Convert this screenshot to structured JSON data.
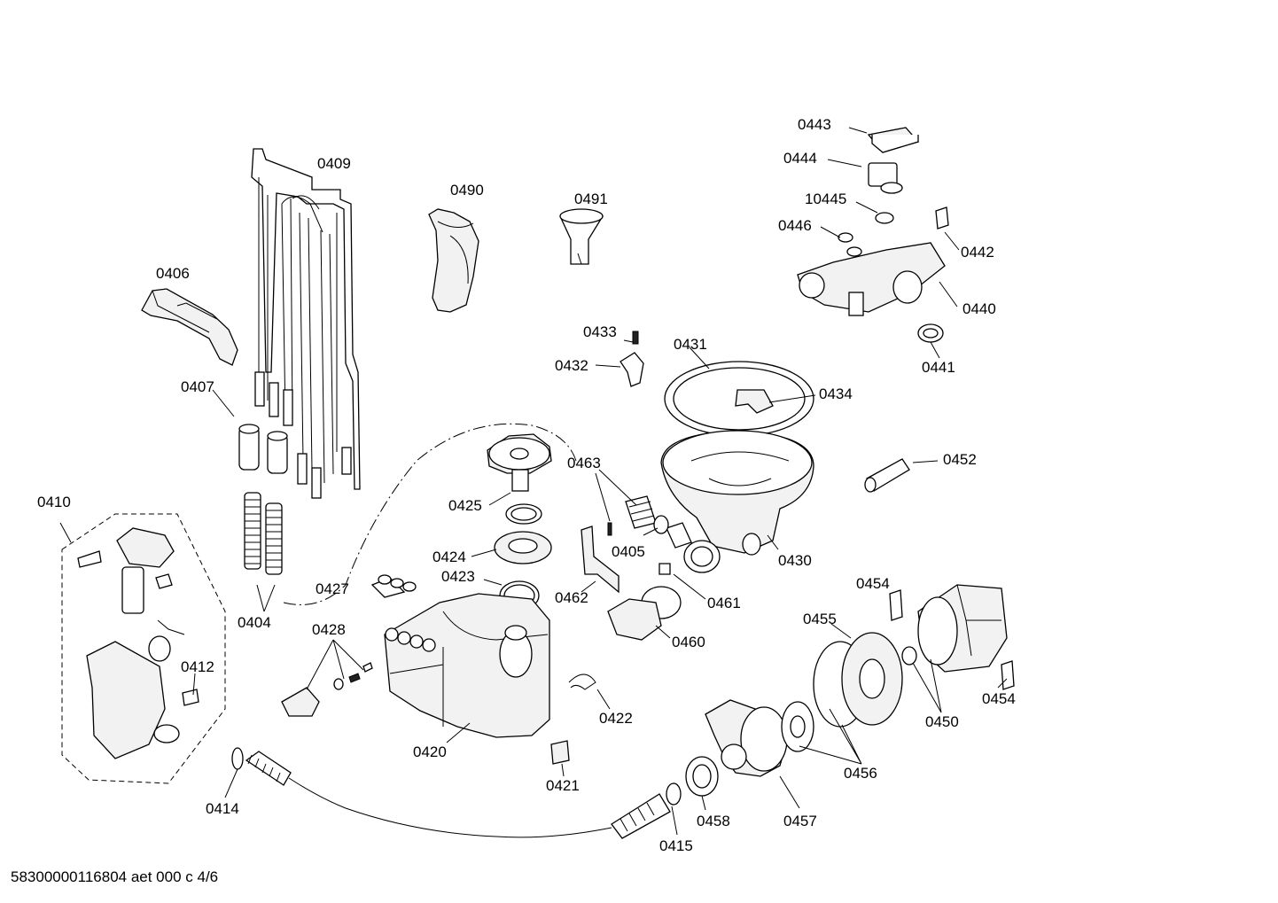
{
  "labels": {
    "l0409": "0409",
    "l0490": "0490",
    "l0491": "0491",
    "l0443": "0443",
    "l0444": "0444",
    "l10445": "10445",
    "l0446": "0446",
    "l0442": "0442",
    "l0440": "0440",
    "l0441": "0441",
    "l0406": "0406",
    "l0433": "0433",
    "l0431": "0431",
    "l0432": "0432",
    "l0434": "0434",
    "l0407": "0407",
    "l0463": "0463",
    "l0452": "0452",
    "l0425": "0425",
    "l0410": "0410",
    "l0405": "0405",
    "l0430": "0430",
    "l0424": "0424",
    "l0423": "0423",
    "l0427": "0427",
    "l0462": "0462",
    "l0454a": "0454",
    "l0461": "0461",
    "l0404": "0404",
    "l0428": "0428",
    "l0455": "0455",
    "l0460": "0460",
    "l0412": "0412",
    "l0454b": "0454",
    "l0422": "0422",
    "l0450": "0450",
    "l0420": "0420",
    "l0456": "0456",
    "l0421": "0421",
    "l0414": "0414",
    "l0458": "0458",
    "l0457": "0457",
    "l0415": "0415"
  },
  "footer": "58300000116804 aet 000 c 4/6"
}
